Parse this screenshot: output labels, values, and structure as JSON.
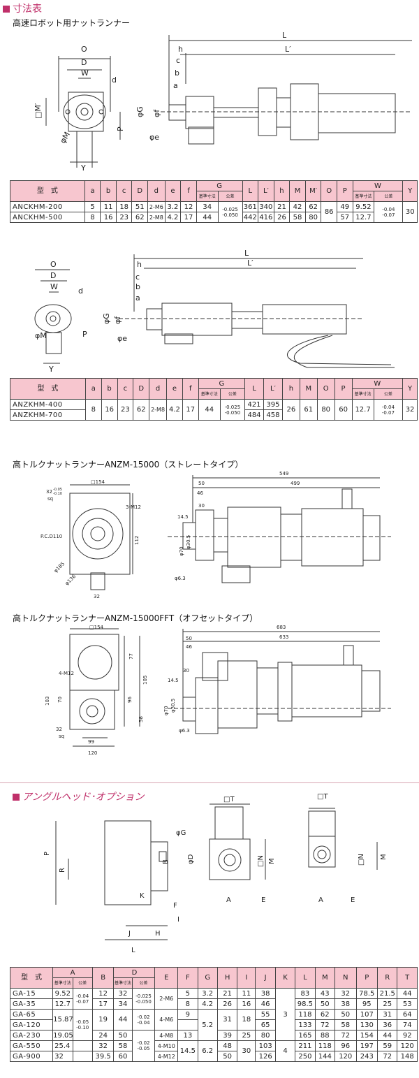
{
  "section1": {
    "title": "寸法表",
    "subtitle": "高速ロボット用ナットランナー"
  },
  "diagram_labels": {
    "O": "O",
    "D": "D",
    "W": "W",
    "d": "d",
    "M2": "□M′",
    "M": "φM",
    "P": "P",
    "Y": "Y",
    "L": "L",
    "L2": "L′",
    "h": "h",
    "c": "c",
    "b": "b",
    "a": "a",
    "G": "φG",
    "f": "φf",
    "e": "φe"
  },
  "table1": {
    "headers": [
      "型　式",
      "a",
      "b",
      "c",
      "D",
      "d",
      "e",
      "f",
      "G",
      "L",
      "L′",
      "h",
      "M",
      "M′",
      "O",
      "P",
      "W",
      "Y"
    ],
    "sub_std": "基準寸法",
    "sub_tol": "公差",
    "rows": [
      {
        "model": "ANCKHM-200",
        "a": "5",
        "b": "11",
        "c": "18",
        "D": "51",
        "d": "2-M6",
        "e": "3.2",
        "f": "12",
        "g_std": "34",
        "L": "361",
        "L2": "340",
        "h": "21",
        "M": "42",
        "M2": "62",
        "P": "49",
        "w_std": "9.52"
      },
      {
        "model": "ANCKHM-500",
        "a": "8",
        "b": "16",
        "c": "23",
        "D": "62",
        "d": "2-M8",
        "e": "4.2",
        "f": "17",
        "g_std": "44",
        "L": "442",
        "L2": "416",
        "h": "26",
        "M": "58",
        "M2": "80",
        "P": "57",
        "w_std": "12.7"
      }
    ],
    "g_tol_1": "-0.025",
    "g_tol_2": "-0.050",
    "O": "86",
    "w_tol_1": "-0.04",
    "w_tol_2": "-0.07",
    "Y": "30"
  },
  "table2": {
    "headers": [
      "型　式",
      "a",
      "b",
      "c",
      "D",
      "d",
      "e",
      "f",
      "G",
      "L",
      "L′",
      "h",
      "M",
      "O",
      "P",
      "W",
      "Y"
    ],
    "sub_std": "基準寸法",
    "sub_tol": "公差",
    "models": [
      "ANZKHM-400",
      "ANZKHM-700"
    ],
    "a": "8",
    "b": "16",
    "c": "23",
    "D": "62",
    "d": "2-M8",
    "e": "4.2",
    "f": "17",
    "g_std": "44",
    "g_tol_1": "-0.025",
    "g_tol_2": "-0.050",
    "L": [
      "421",
      "484"
    ],
    "L2": [
      "395",
      "458"
    ],
    "h": "26",
    "M": "61",
    "O": "80",
    "P": "60",
    "w_std": "12.7",
    "w_tol_1": "-0.04",
    "w_tol_2": "-0.07",
    "Y": "32"
  },
  "section2": {
    "title": "高トルクナットランナーANZM-15000（ストレートタイプ）",
    "dims": {
      "sq154": "□154",
      "sq32": "32",
      "sq32_tol1": "-0.05",
      "sq32_tol2": "-0.10",
      "sq": "sq",
      "m12": "3-M12",
      "pcd": "P.C.D110",
      "d185": "φ185",
      "d136": "φ136",
      "d112": "112",
      "d32": "32",
      "L549": "549",
      "L499": "499",
      "d50": "50",
      "d46": "46",
      "d30": "30",
      "d145": "14.5",
      "d70": "φ70",
      "d305": "φ30.5",
      "d63": "φ6.3"
    }
  },
  "section3": {
    "title": "高トルクナットランナーANZM-15000FFT（オフセットタイプ）",
    "dims": {
      "sq154": "□154",
      "m12": "4-M12",
      "d77": "77",
      "d105": "105",
      "d103": "103",
      "d70": "70",
      "d96": "96",
      "d58": "58",
      "sq32": "32",
      "sq": "sq",
      "d99": "99",
      "d120": "120",
      "L683": "683",
      "L633": "633",
      "d50": "50",
      "d46": "46",
      "d30": "30",
      "d145": "14.5",
      "d70b": "φ70",
      "d305": "φ30.5",
      "d63": "φ6.3"
    }
  },
  "section4": {
    "title": "アングルヘッド･オプション",
    "labels": {
      "P": "P",
      "R": "R",
      "K": "K",
      "J": "J",
      "H": "H",
      "L": "L",
      "F": "F",
      "I": "I",
      "G": "φG",
      "D": "φD",
      "B": "B",
      "T": "□T",
      "N": "□N",
      "M": "M",
      "A": "A",
      "E": "E"
    }
  },
  "table3": {
    "headers": [
      "型　式",
      "A",
      "B",
      "D",
      "E",
      "F",
      "G",
      "H",
      "I",
      "J",
      "K",
      "L",
      "M",
      "N",
      "P",
      "R",
      "T"
    ],
    "sub_std": "基準寸法",
    "sub_tol": "公差",
    "rows": [
      {
        "model": "GA-15",
        "A": "9.52",
        "B": "12",
        "D": "32",
        "H": "21",
        "I": "11",
        "J": "38",
        "L": "83",
        "M": "43",
        "N": "32",
        "P": "78.5",
        "R": "21.5",
        "T": "44"
      },
      {
        "model": "GA-35",
        "A": "12.7",
        "B": "17",
        "D": "34",
        "H": "26",
        "I": "16",
        "J": "46",
        "L": "98.5",
        "M": "50",
        "N": "38",
        "P": "95",
        "R": "25",
        "T": "53"
      },
      {
        "model": "GA-65",
        "J": "55",
        "L": "118",
        "M": "62",
        "N": "50",
        "P": "107",
        "R": "31",
        "T": "64"
      },
      {
        "model": "GA-120",
        "J": "65",
        "L": "133",
        "M": "72",
        "N": "58",
        "P": "130",
        "R": "36",
        "T": "74"
      },
      {
        "model": "GA-230",
        "A": "19.05",
        "B": "24",
        "D": "50",
        "E": "4-M8",
        "F": "13",
        "H": "39",
        "I": "25",
        "J": "80",
        "L": "165",
        "M": "88",
        "N": "72",
        "P": "154",
        "R": "44",
        "T": "92"
      },
      {
        "model": "GA-550",
        "A": "25.4",
        "B": "32",
        "D": "58",
        "E": "4-M10",
        "H": "48",
        "J": "103",
        "L": "211",
        "M": "118",
        "N": "96",
        "P": "197",
        "R": "59",
        "T": "120"
      },
      {
        "model": "GA-900",
        "A": "32",
        "B": "39.5",
        "D": "60",
        "E": "4-M12",
        "H": "50",
        "J": "126",
        "L": "250",
        "M": "144",
        "N": "120",
        "P": "243",
        "R": "72",
        "T": "148"
      }
    ],
    "a_tol1_1": "-0.04",
    "a_tol1_2": "-0.07",
    "a_tol2_1": "-0.05",
    "a_tol2_2": "-0.10",
    "d_tol1_1": "-0.025",
    "d_tol1_2": "-0.050",
    "d_tol2_1": "-0.02",
    "d_tol2_2": "-0.04",
    "d_tol3_1": "-0.02",
    "d_tol3_2": "-0.05",
    "a_merge": "15.87",
    "b_merge": "19",
    "d_merge": "44",
    "e_merge1": "2-M6",
    "e_merge2": "4-M6",
    "f_15": "5",
    "f_35": "8",
    "f_merge": "9",
    "f_merge2": "14.5",
    "g_15": "3.2",
    "g_35": "4.2",
    "g_merge": "5.2",
    "g_merge2": "6.2",
    "h_merge": "31",
    "i_merge": "18",
    "i_merge2": "30",
    "k_merge1": "3",
    "k_merge2": "4"
  }
}
